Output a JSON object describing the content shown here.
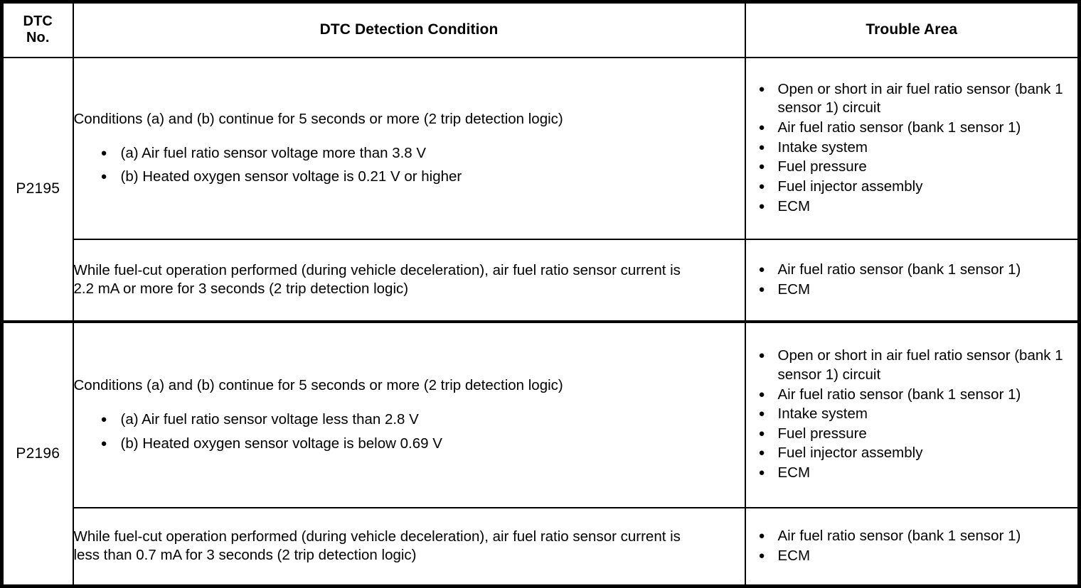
{
  "table": {
    "headers": {
      "dtc_no_line1": "DTC",
      "dtc_no_line2": "No.",
      "detection_condition": "DTC Detection Condition",
      "trouble_area": "Trouble Area"
    },
    "bullet_glyph": "●",
    "groups": [
      {
        "dtc_no": "P2195",
        "rows": [
          {
            "condition_lead": "Conditions (a) and (b) continue for 5 seconds or more (2 trip detection logic)",
            "condition_items": [
              "(a) Air fuel ratio sensor voltage more than 3.8 V",
              "(b) Heated oxygen sensor voltage is 0.21 V or higher"
            ],
            "trouble_area_items": [
              "Open or short in air fuel ratio sensor (bank 1 sensor 1) circuit",
              "Air fuel ratio sensor (bank 1 sensor 1)",
              "Intake system",
              "Fuel pressure",
              "Fuel injector assembly",
              "ECM"
            ]
          },
          {
            "condition_lead": "While fuel-cut operation performed (during vehicle deceleration), air fuel ratio sensor current is 2.2 mA or more for 3 seconds (2 trip detection logic)",
            "condition_items": [],
            "trouble_area_items": [
              "Air fuel ratio sensor (bank 1 sensor 1)",
              "ECM"
            ]
          }
        ]
      },
      {
        "dtc_no": "P2196",
        "rows": [
          {
            "condition_lead": "Conditions (a) and (b) continue for 5 seconds or more (2 trip detection logic)",
            "condition_items": [
              "(a) Air fuel ratio sensor voltage less than 2.8 V",
              "(b) Heated oxygen sensor voltage is below 0.69 V"
            ],
            "trouble_area_items": [
              "Open or short in air fuel ratio sensor (bank 1 sensor 1) circuit",
              "Air fuel ratio sensor (bank 1 sensor 1)",
              "Intake system",
              "Fuel pressure",
              "Fuel injector assembly",
              "ECM"
            ]
          },
          {
            "condition_lead": "While fuel-cut operation performed (during vehicle deceleration), air fuel ratio sensor current is less than 0.7 mA for 3 seconds (2 trip detection logic)",
            "condition_items": [],
            "trouble_area_items": [
              "Air fuel ratio sensor (bank 1 sensor 1)",
              "ECM"
            ]
          }
        ]
      }
    ]
  },
  "colors": {
    "border": "#000000",
    "text": "#000000",
    "background": "#ffffff"
  }
}
